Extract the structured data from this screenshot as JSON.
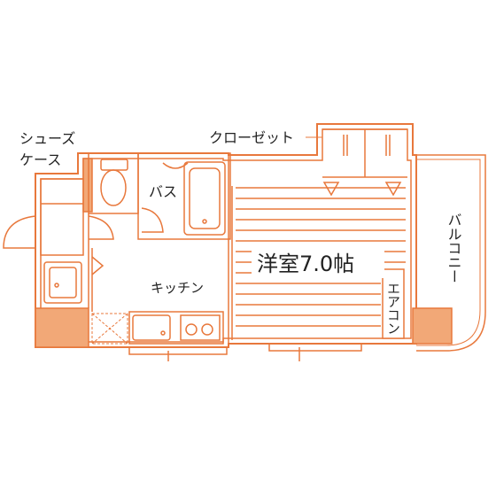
{
  "colors": {
    "line": "#e8783c",
    "wall_fill": "#f2a877",
    "floor_line": "#e8783c",
    "text": "#222222",
    "background": "#ffffff"
  },
  "labels": {
    "shoe_case_line1": "シューズ",
    "shoe_case_line2": "ケース",
    "closet": "クローゼット",
    "bath": "バス",
    "kitchen": "キッチン",
    "western_room": "洋室7.0帖",
    "aircon": "エアコン",
    "balcony": "バルコニー"
  },
  "icons": [
    "toilet-icon",
    "bathtub-icon",
    "washing-machine-icon",
    "sink-icon",
    "stove-icon",
    "refrigerator-icon",
    "door-swing-icon"
  ]
}
